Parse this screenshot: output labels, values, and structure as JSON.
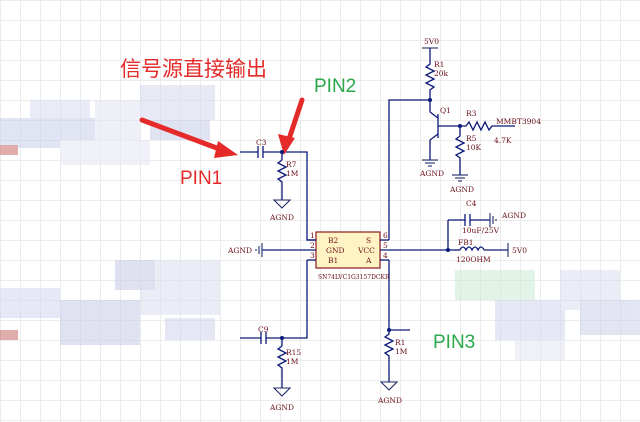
{
  "annotations": {
    "cn_label": "信号源直接输出",
    "pin1": "PIN1",
    "pin2": "PIN2",
    "pin3": "PIN3",
    "colors": {
      "red": "#e52a2a",
      "green": "#2aa84a"
    }
  },
  "power": {
    "vcc_top": "5V0",
    "vcc_right": "5V0",
    "agnd": "AGND"
  },
  "components": {
    "r1_top": {
      "ref": "R1",
      "val": "20k"
    },
    "q1": {
      "ref": "Q1"
    },
    "r3": {
      "ref": "R3",
      "part": "MMBT3904",
      "val": "4.7K"
    },
    "r5": {
      "ref": "R5",
      "val": "10K"
    },
    "c3": {
      "ref": "C3"
    },
    "r7": {
      "ref": "R7",
      "val": "1M"
    },
    "c4": {
      "ref": "C4",
      "val": "10uF/25V"
    },
    "fb1": {
      "ref": "FB1",
      "val": "120OHM"
    },
    "ic": {
      "part": "SN74LVC1G3157DCKR",
      "pins": {
        "b2": "B2",
        "gnd": "GND",
        "b1": "B1",
        "s": "S",
        "vcc": "VCC",
        "a": "A"
      },
      "nums": {
        "n1": "1",
        "n2": "2",
        "n3": "3",
        "n4": "4",
        "n5": "5",
        "n6": "6"
      }
    },
    "c9": {
      "ref": "C9"
    },
    "r15": {
      "ref": "R15",
      "val": "1M"
    },
    "r1_bottom": {
      "ref": "R1",
      "val": "1M"
    }
  }
}
